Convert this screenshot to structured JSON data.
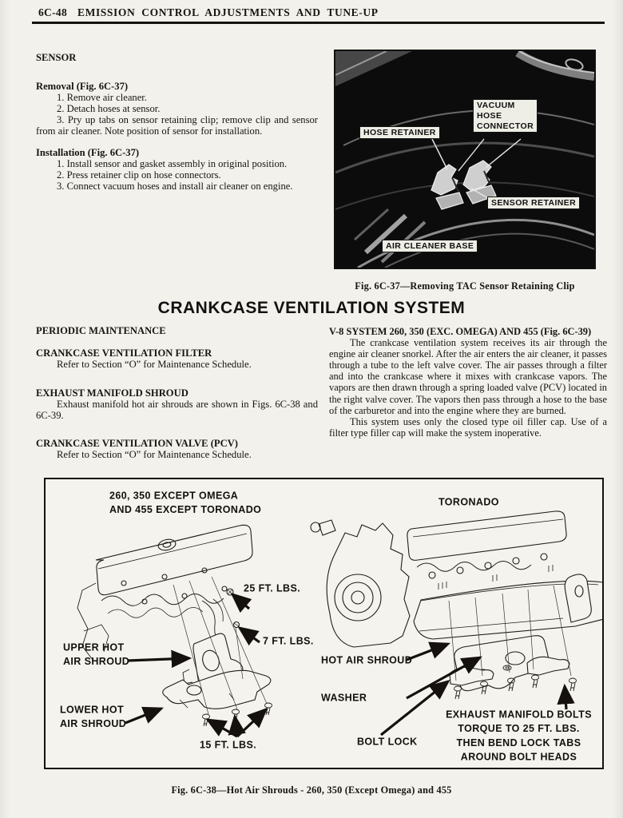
{
  "page": {
    "number": "6C-48",
    "header_title": "EMISSION CONTROL ADJUSTMENTS AND TUNE-UP"
  },
  "sensor_section": {
    "heading": "SENSOR",
    "removal": {
      "heading": "Removal (Fig. 6C-37)",
      "steps": [
        "1. Remove air cleaner.",
        "2. Detach hoses at sensor.",
        "3. Pry up tabs on sensor retaining clip; remove clip and sensor from air cleaner. Note position of sensor for installation."
      ]
    },
    "installation": {
      "heading": "Installation (Fig. 6C-37)",
      "steps": [
        "1. Install sensor and gasket assembly in original position.",
        "2. Press retainer clip on hose connectors.",
        "3. Connect vacuum hoses and install air cleaner on engine."
      ]
    }
  },
  "photo_figure": {
    "labels": {
      "hose_retainer": "HOSE RETAINER",
      "vacuum_hose_connector": "VACUUM\nHOSE\nCONNECTOR",
      "sensor_retainer": "SENSOR RETAINER",
      "air_cleaner_base": "AIR CLEANER BASE"
    },
    "caption": "Fig. 6C-37—Removing TAC Sensor Retaining Clip"
  },
  "main_title": "CRANKCASE VENTILATION SYSTEM",
  "maintenance_section": {
    "heading": "PERIODIC MAINTENANCE",
    "filter_heading": "CRANKCASE VENTILATION FILTER",
    "filter_body": "Refer to Section “O” for Maintenance Schedule.",
    "shroud_heading": "EXHAUST MANIFOLD SHROUD",
    "shroud_body": "Exhaust manifold hot air shrouds are shown in Figs. 6C-38 and 6C-39.",
    "pcv_heading": "CRANKCASE VENTILATION VALVE (PCV)",
    "pcv_body": "Refer to Section “O” for Maintenance Schedule."
  },
  "v8_section": {
    "heading": "V-8 SYSTEM 260, 350 (EXC. OMEGA) AND 455 (Fig. 6C-39)",
    "para1": "The crankcase ventilation system receives its air through the engine air cleaner snorkel. After the air enters the air cleaner, it passes through a tube to the left valve cover. The air passes through a filter and into the crankcase where it mixes with crankcase vapors. The vapors are then drawn through a spring loaded valve (PCV) located in the right valve cover. The vapors then pass through a hose to the base of the carburetor and into the engine where they are burned.",
    "para2": "This system uses only the closed type oil filler cap. Use of a filter type filler cap will make the system inoperative."
  },
  "shroud_figure": {
    "left_title": "260, 350 EXCEPT OMEGA\nAND 455 EXCEPT TORONADO",
    "right_title": "TORONADO",
    "labels": {
      "torque_25": "25 FT. LBS.",
      "torque_7": "7 FT. LBS.",
      "upper_hot": "UPPER HOT\nAIR SHROUD",
      "lower_hot": "LOWER HOT\nAIR SHROUD",
      "torque_15": "15 FT. LBS.",
      "hot_air_shroud": "HOT AIR SHROUD",
      "washer": "WASHER",
      "bolt_lock": "BOLT LOCK",
      "exhaust_note": "EXHAUST MANIFOLD BOLTS\nTORQUE TO 25 FT. LBS.\nTHEN BEND LOCK TABS\nAROUND BOLT HEADS"
    },
    "caption": "Fig. 6C-38—Hot Air Shrouds - 260, 350 (Except Omega) and 455"
  }
}
